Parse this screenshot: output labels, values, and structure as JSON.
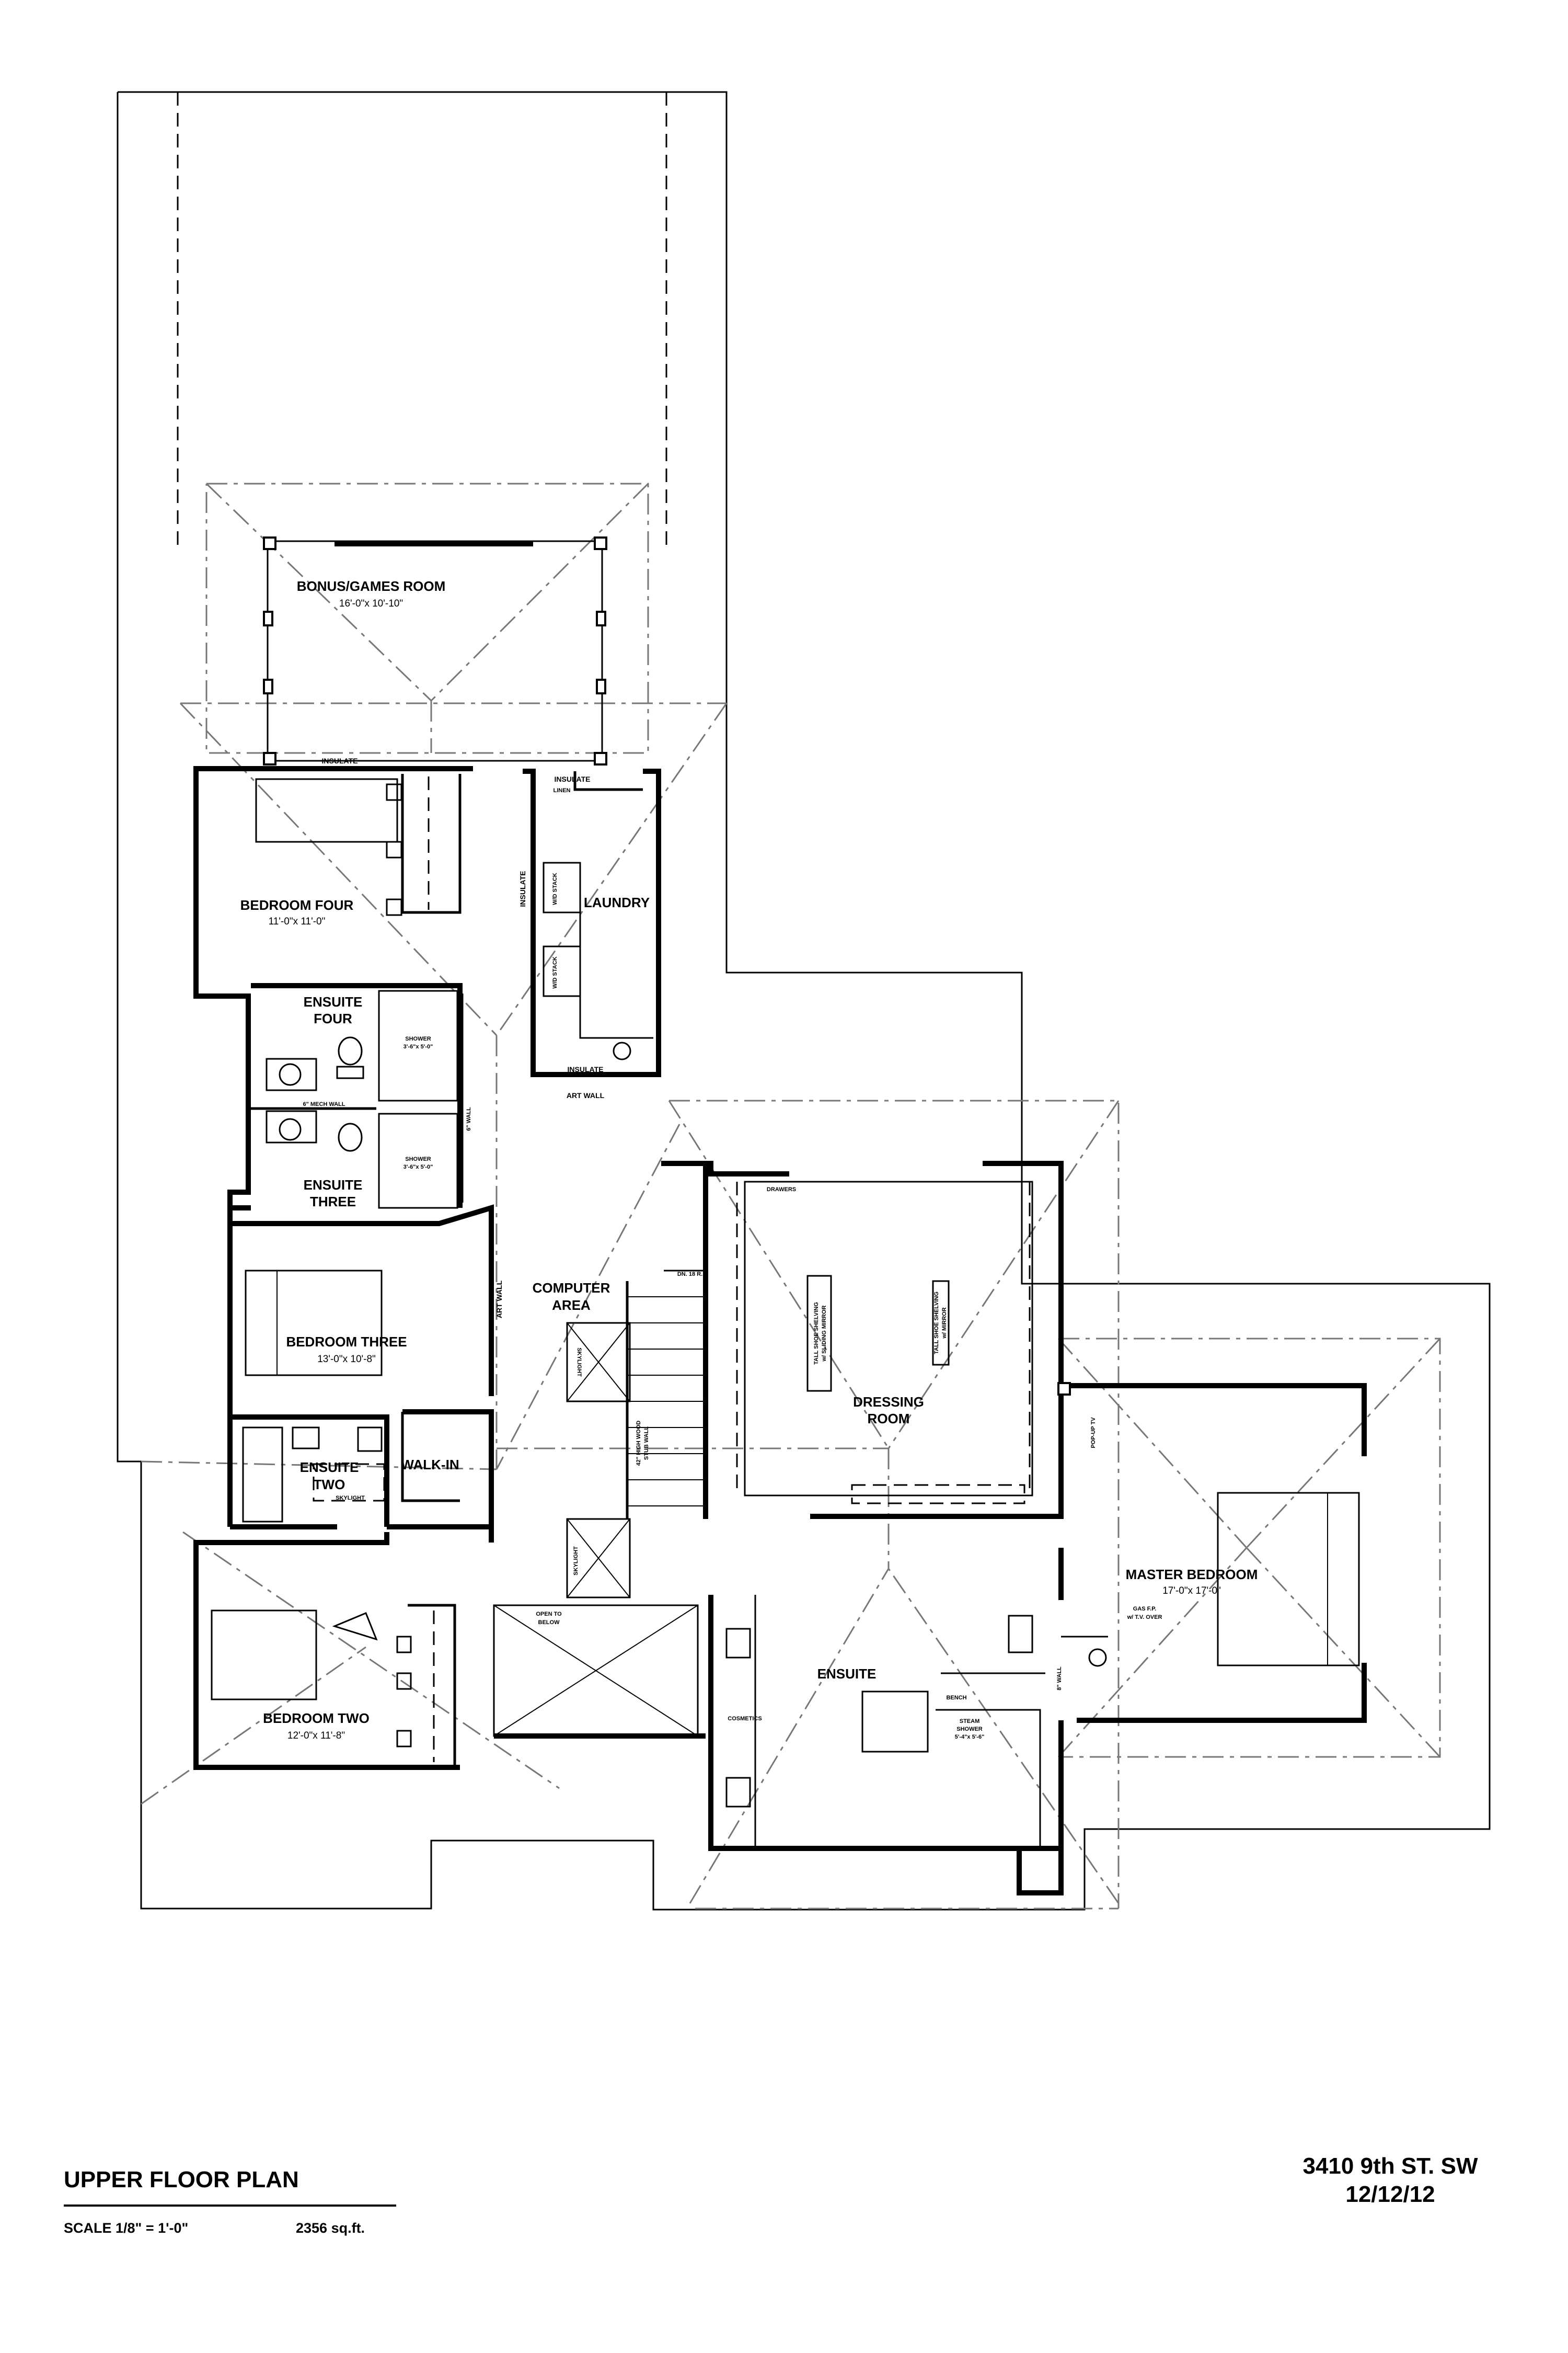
{
  "title_block": {
    "plan_title": "UPPER FLOOR PLAN",
    "scale": "SCALE 1/8\" = 1'-0\"",
    "area": "2356 sq.ft.",
    "address": "3410 9th ST. SW",
    "date": "12/12/12"
  },
  "rooms": {
    "bonus": {
      "name": "BONUS/GAMES ROOM",
      "dim": "16'-0\"x 10'-10\""
    },
    "bedroom_four": {
      "name": "BEDROOM FOUR",
      "dim": "11'-0\"x 11'-0\""
    },
    "laundry": {
      "name": "LAUNDRY"
    },
    "ensuite_four": {
      "line1": "ENSUITE",
      "line2": "FOUR"
    },
    "ensuite_three": {
      "line1": "ENSUITE",
      "line2": "THREE"
    },
    "bedroom_three": {
      "name": "BEDROOM THREE",
      "dim": "13'-0\"x 10'-8\""
    },
    "computer_area": {
      "line1": "COMPUTER",
      "line2": "AREA"
    },
    "dressing_room": {
      "line1": "DRESSING",
      "line2": "ROOM"
    },
    "ensuite_two": {
      "line1": "ENSUITE",
      "line2": "TWO"
    },
    "walk_in": {
      "name": "WALK-IN"
    },
    "master_bedroom": {
      "name": "MASTER BEDROOM",
      "dim": "17'-0\"x 17'-0\""
    },
    "ensuite": {
      "name": "ENSUITE"
    },
    "bedroom_two": {
      "name": "BEDROOM TWO",
      "dim": "12'-0\"x 11'-8\""
    }
  },
  "notes": {
    "insulate": "INSULATE",
    "linen": "LINEN",
    "art_wall": "ART WALL",
    "shower_four": {
      "line1": "SHOWER",
      "line2": "3'-6\"x 5'-0\""
    },
    "shower_three": {
      "line1": "SHOWER",
      "line2": "3'-6\"x 5'-0\""
    },
    "mech_wall": "6\" MECH WALL",
    "six_wall": "6\" WALL",
    "dn": "DN. 18 R.",
    "skylight": "SKYLIGHT",
    "stub_wall": {
      "line1": "42\" HIGH WOOD",
      "line2": "STUB WALL"
    },
    "drawers": "DRAWERS",
    "shelving_left": {
      "line1": "TALL SHOE SHELVING",
      "line2": "w/ SLIDING MIRROR"
    },
    "shelving_right": {
      "line1": "TALL SHOE SHELVING",
      "line2": "w/ MIRROR"
    },
    "popup_tv": "POP-UP TV",
    "gas_fp": {
      "line1": "GAS F.P.",
      "line2": "w/ T.V. OVER"
    },
    "eight_wall": "8\" WALL",
    "bench": "BENCH",
    "steam_shower": {
      "line1": "STEAM",
      "line2": "SHOWER",
      "line3": "5'-4\"x 5'-6\""
    },
    "cosmetics": "COSMETICS",
    "open_below": {
      "line1": "OPEN TO",
      "line2": "BELOW"
    },
    "washer_dryer": "W/D STACK"
  },
  "colors": {
    "line": "#000000",
    "roof_outline": "#777777",
    "background": "#ffffff"
  }
}
